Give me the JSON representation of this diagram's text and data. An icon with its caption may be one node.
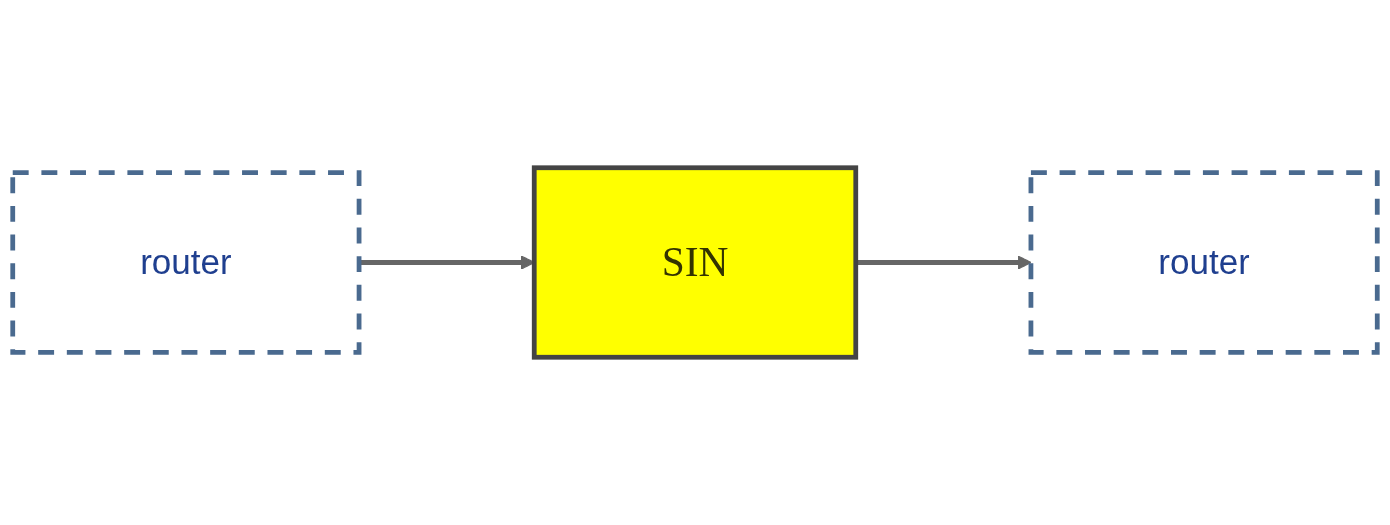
{
  "diagram": {
    "nodes": [
      {
        "text": [
          "router"
        ]
      },
      {
        "text": [
          "SIN"
        ]
      },
      {
        "text": [
          "router"
        ]
      }
    ],
    "edges": [
      {
        "from": 0,
        "to": 1,
        "arrow": "to"
      },
      {
        "from": 1,
        "to": 2,
        "arrow": "to"
      }
    ]
  }
}
